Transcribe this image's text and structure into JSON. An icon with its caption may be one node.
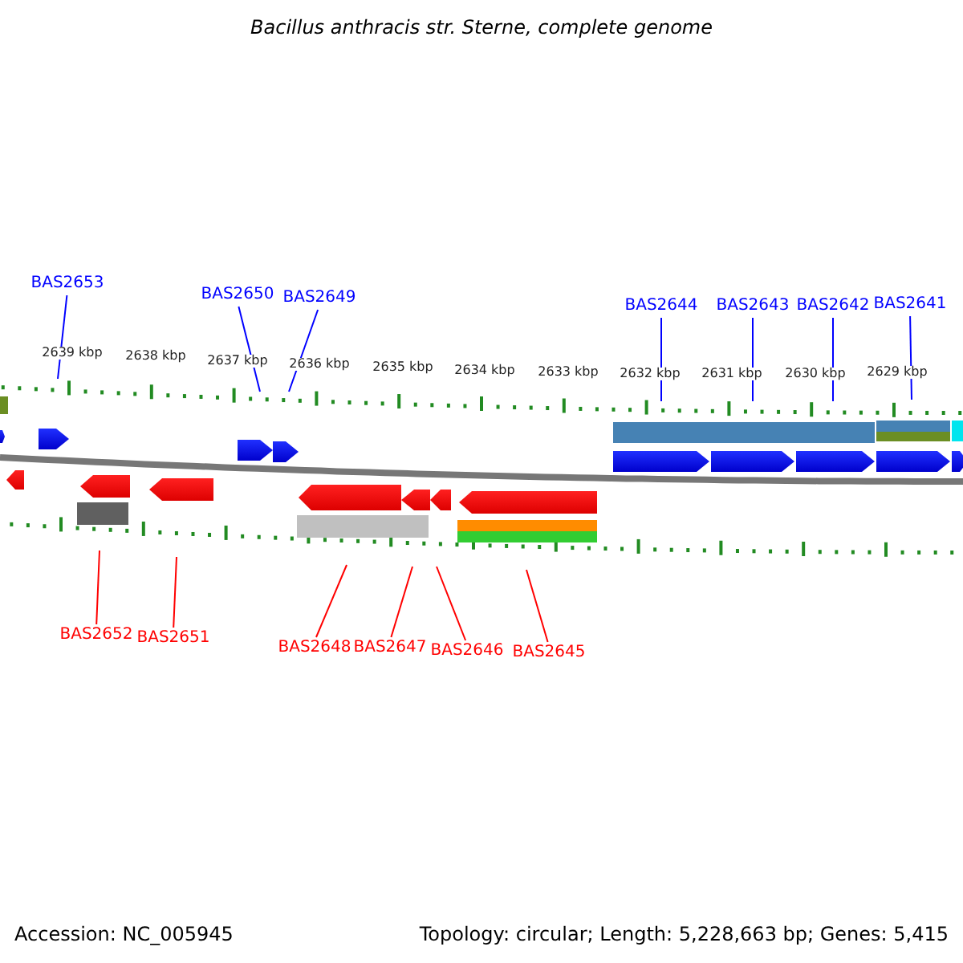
{
  "diagram": {
    "title": "Bacillus anthracis str. Sterne, complete genome",
    "nodes": [
      {
        "text": [
          "BAS2653"
        ]
      },
      {
        "text": [
          "BAS2650"
        ]
      },
      {
        "text": [
          "BAS2649"
        ]
      },
      {
        "text": [
          "BAS2644"
        ]
      },
      {
        "text": [
          "BAS2643"
        ]
      },
      {
        "text": [
          "BAS2642"
        ]
      },
      {
        "text": [
          "BAS2641"
        ]
      },
      {
        "text": [
          "BAS2652"
        ]
      },
      {
        "text": [
          "BAS2651"
        ]
      },
      {
        "text": [
          "BAS2648"
        ]
      },
      {
        "text": [
          "BAS2647"
        ]
      },
      {
        "text": [
          "BAS2646"
        ]
      },
      {
        "text": [
          "BAS2645"
        ]
      }
    ],
    "edges": [
      {
        "from": 0,
        "to": null,
        "arrow": "none"
      },
      {
        "from": 1,
        "to": null,
        "arrow": "none"
      },
      {
        "from": 2,
        "to": null,
        "arrow": "none"
      },
      {
        "from": 3,
        "to": null,
        "arrow": "none"
      },
      {
        "from": 4,
        "to": null,
        "arrow": "none"
      },
      {
        "from": 5,
        "to": null,
        "arrow": "none"
      },
      {
        "from": 6,
        "to": null,
        "arrow": "none"
      },
      {
        "from": 7,
        "to": null,
        "arrow": "none",
        "color": "#ff0000"
      },
      {
        "from": 8,
        "to": null,
        "arrow": "none",
        "color": "#ff0000"
      },
      {
        "from": 9,
        "to": null,
        "arrow": "none",
        "color": "#ff0000"
      },
      {
        "from": 10,
        "to": null,
        "arrow": "none",
        "color": "#ff0000"
      },
      {
        "from": 11,
        "to": null,
        "arrow": "none",
        "color": "#ff0000"
      },
      {
        "from": 12,
        "to": null,
        "arrow": "none",
        "color": "#ff0000"
      }
    ],
    "labels": [
      "2639 kbp",
      "2638 kbp",
      "2637 kbp",
      "2636 kbp",
      "2635 kbp",
      "2634 kbp",
      "2633 kbp",
      "2632 kbp",
      "2631 kbp",
      "2630 kbp",
      "2629 kbp",
      "Accession: NC_005945",
      "Topology: circular; Length: 5,228,663 bp; Genes: 5,415"
    ]
  }
}
